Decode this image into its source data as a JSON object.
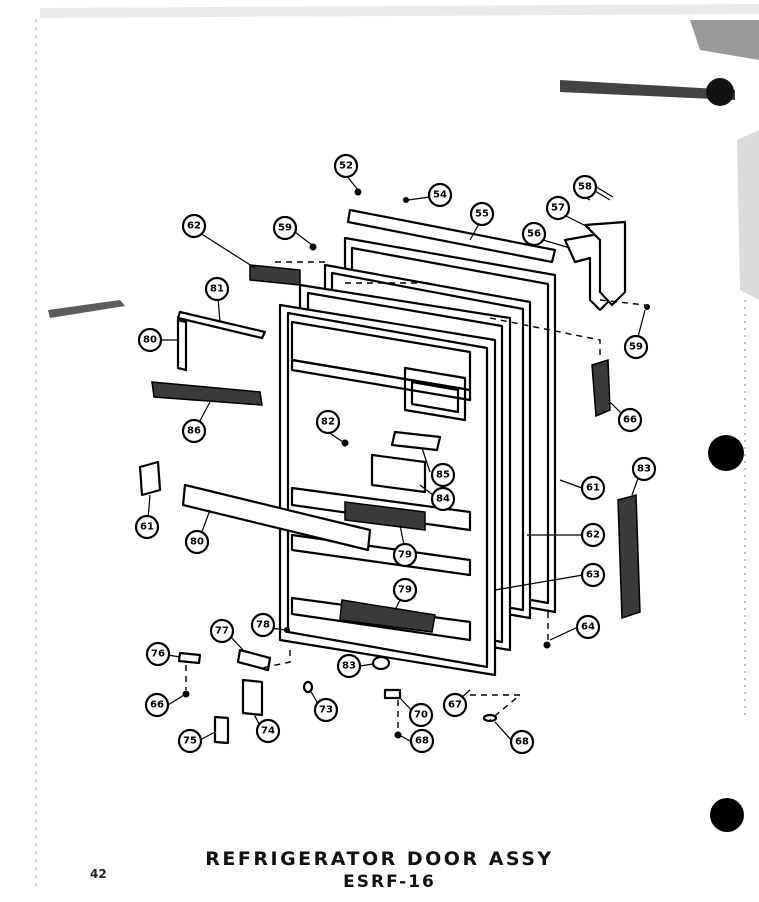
{
  "diagram": {
    "title": "REFRIGERATOR DOOR ASSY",
    "model": "ESRF-16",
    "page_number": "42",
    "callouts": [
      {
        "id": "c52",
        "label": "52"
      },
      {
        "id": "c54",
        "label": "54"
      },
      {
        "id": "c55",
        "label": "55"
      },
      {
        "id": "c58a",
        "label": "58"
      },
      {
        "id": "c57",
        "label": "57"
      },
      {
        "id": "c56",
        "label": "56"
      },
      {
        "id": "c62a",
        "label": "62"
      },
      {
        "id": "c59a",
        "label": "59"
      },
      {
        "id": "c81a",
        "label": "81"
      },
      {
        "id": "c80",
        "label": "80"
      },
      {
        "id": "c59b",
        "label": "59"
      },
      {
        "id": "c66a",
        "label": "66"
      },
      {
        "id": "c86",
        "label": "86"
      },
      {
        "id": "c82",
        "label": "82"
      },
      {
        "id": "c85",
        "label": "85"
      },
      {
        "id": "c84",
        "label": "84"
      },
      {
        "id": "c83a",
        "label": "83"
      },
      {
        "id": "c61a",
        "label": "61"
      },
      {
        "id": "c61b",
        "label": "61"
      },
      {
        "id": "c80b",
        "label": "80"
      },
      {
        "id": "c79a",
        "label": "79"
      },
      {
        "id": "c62b",
        "label": "62"
      },
      {
        "id": "c63",
        "label": "63"
      },
      {
        "id": "c79b",
        "label": "79"
      },
      {
        "id": "c64",
        "label": "64"
      },
      {
        "id": "c77",
        "label": "77"
      },
      {
        "id": "c78",
        "label": "78"
      },
      {
        "id": "c76",
        "label": "76"
      },
      {
        "id": "c83b",
        "label": "83"
      },
      {
        "id": "c66b",
        "label": "66"
      },
      {
        "id": "c73",
        "label": "73"
      },
      {
        "id": "c70",
        "label": "70"
      },
      {
        "id": "c67",
        "label": "67"
      },
      {
        "id": "c74",
        "label": "74"
      },
      {
        "id": "c75",
        "label": "75"
      },
      {
        "id": "c68a",
        "label": "68"
      },
      {
        "id": "c68b",
        "label": "68"
      }
    ]
  }
}
